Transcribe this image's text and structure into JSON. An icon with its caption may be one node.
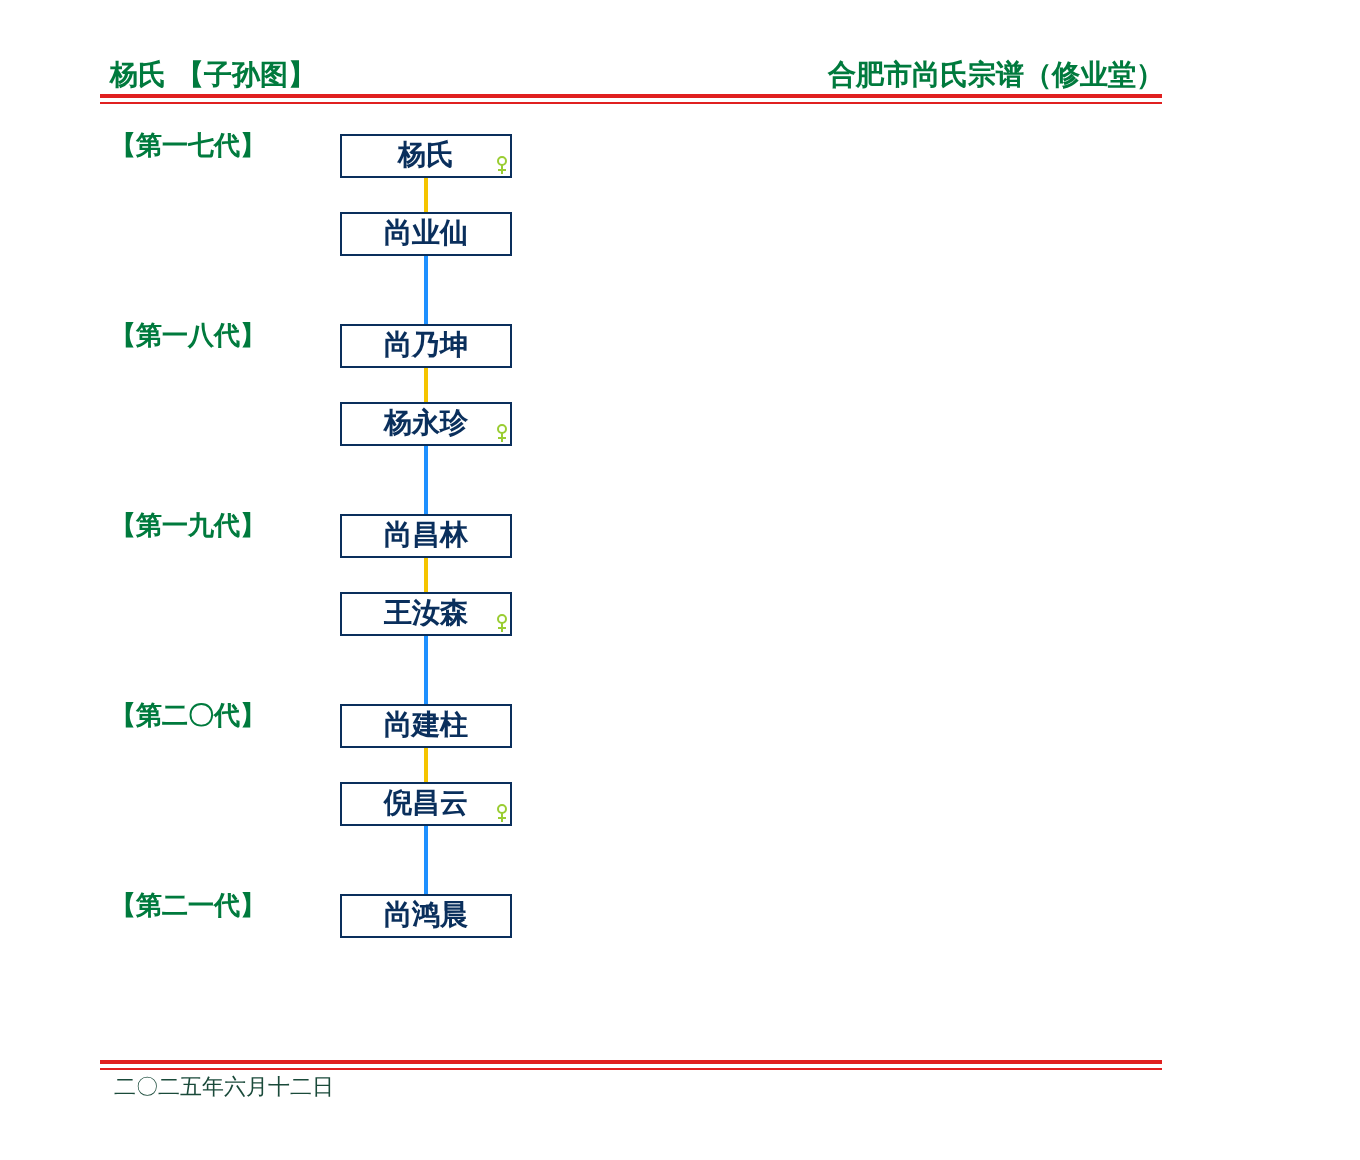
{
  "diagram": {
    "title": "杨氏 【子孙图】",
    "nodes": [
      {
        "text": [
          "杨氏"
        ]
      },
      {
        "text": [
          "尚业仙"
        ]
      },
      {
        "text": [
          "尚乃坤"
        ]
      },
      {
        "text": [
          "杨永珍"
        ]
      },
      {
        "text": [
          "尚昌林"
        ]
      },
      {
        "text": [
          "王汝森"
        ]
      },
      {
        "text": [
          "尚建柱"
        ]
      },
      {
        "text": [
          "倪昌云"
        ]
      },
      {
        "text": [
          "尚鸿晨"
        ]
      }
    ],
    "edges": [
      {
        "from": 0,
        "to": 1,
        "arrow": "none",
        "color": "#f5c400"
      },
      {
        "from": 1,
        "to": 2,
        "arrow": "none",
        "color": "#1e90ff"
      },
      {
        "from": 2,
        "to": 3,
        "arrow": "none",
        "color": "#f5c400"
      },
      {
        "from": 3,
        "to": 4,
        "arrow": "none",
        "color": "#1e90ff"
      },
      {
        "from": 4,
        "to": 5,
        "arrow": "none",
        "color": "#f5c400"
      },
      {
        "from": 5,
        "to": 6,
        "arrow": "none",
        "color": "#1e90ff"
      },
      {
        "from": 6,
        "to": 7,
        "arrow": "none",
        "color": "#f5c400"
      },
      {
        "from": 7,
        "to": 8,
        "arrow": "none",
        "color": "#1e90ff"
      }
    ],
    "labels": [
      "合肥市尚氏宗谱（修业堂）",
      "【第一七代】",
      "【第一八代】",
      "【第一九代】",
      "【第二〇代】",
      "【第二一代】",
      "二〇二五年六月十二日"
    ]
  }
}
